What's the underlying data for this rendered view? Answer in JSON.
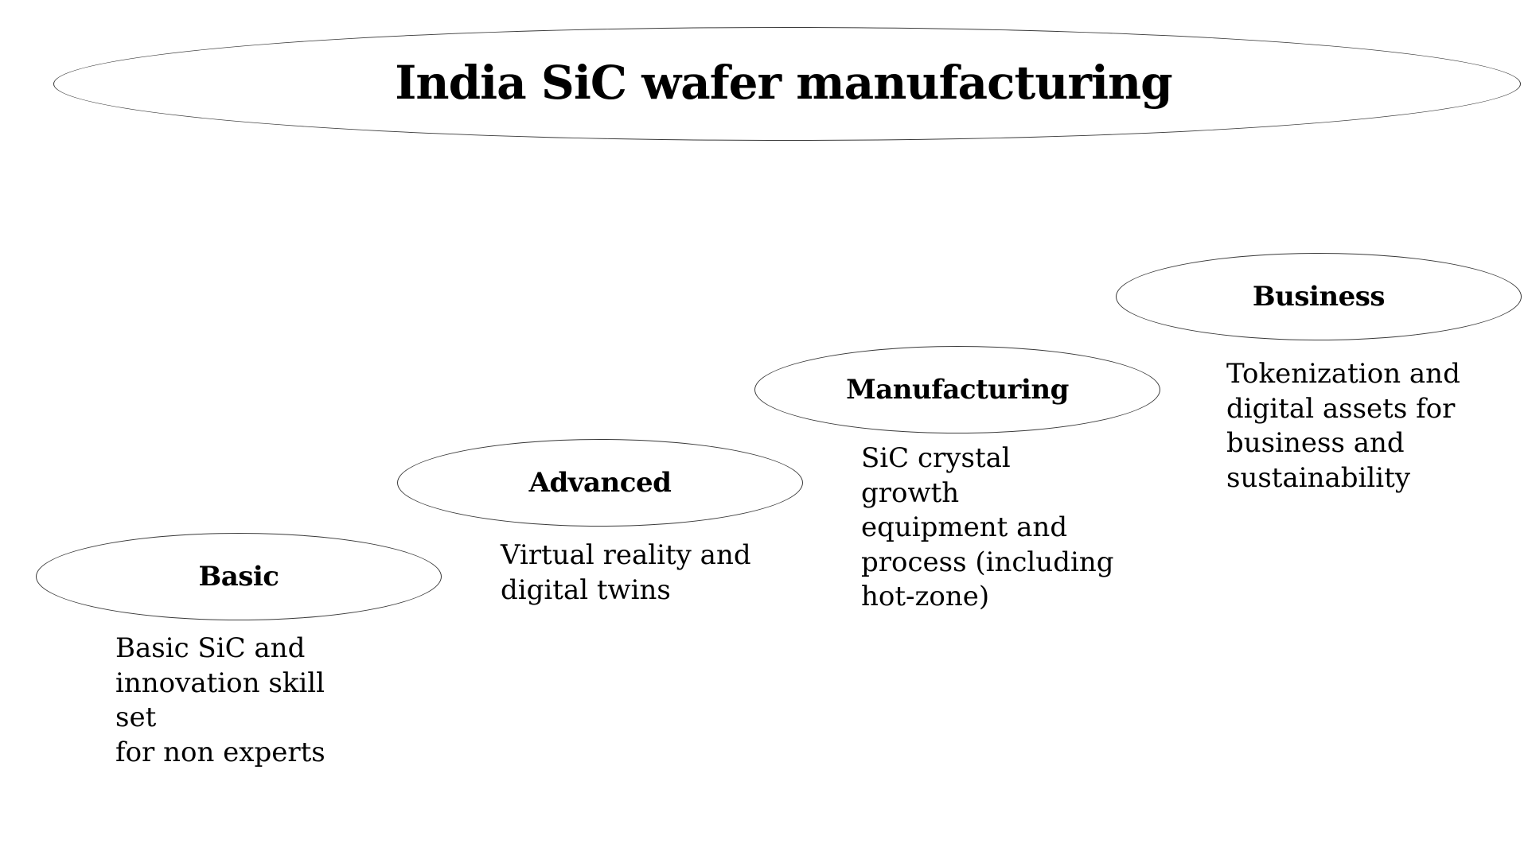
{
  "title": "India SiC wafer manufacturing",
  "stages": [
    {
      "label": "Basic",
      "description": "Basic SiC and\ninnovation skill set\nfor non experts"
    },
    {
      "label": "Advanced",
      "description": "Virtual reality and\ndigital twins"
    },
    {
      "label": "Manufacturing",
      "description": "SiC crystal growth\nequipment and\nprocess (including\nhot-zone)"
    },
    {
      "label": "Business",
      "description": "Tokenization and\ndigital assets for\nbusiness and\nsustainability"
    }
  ]
}
